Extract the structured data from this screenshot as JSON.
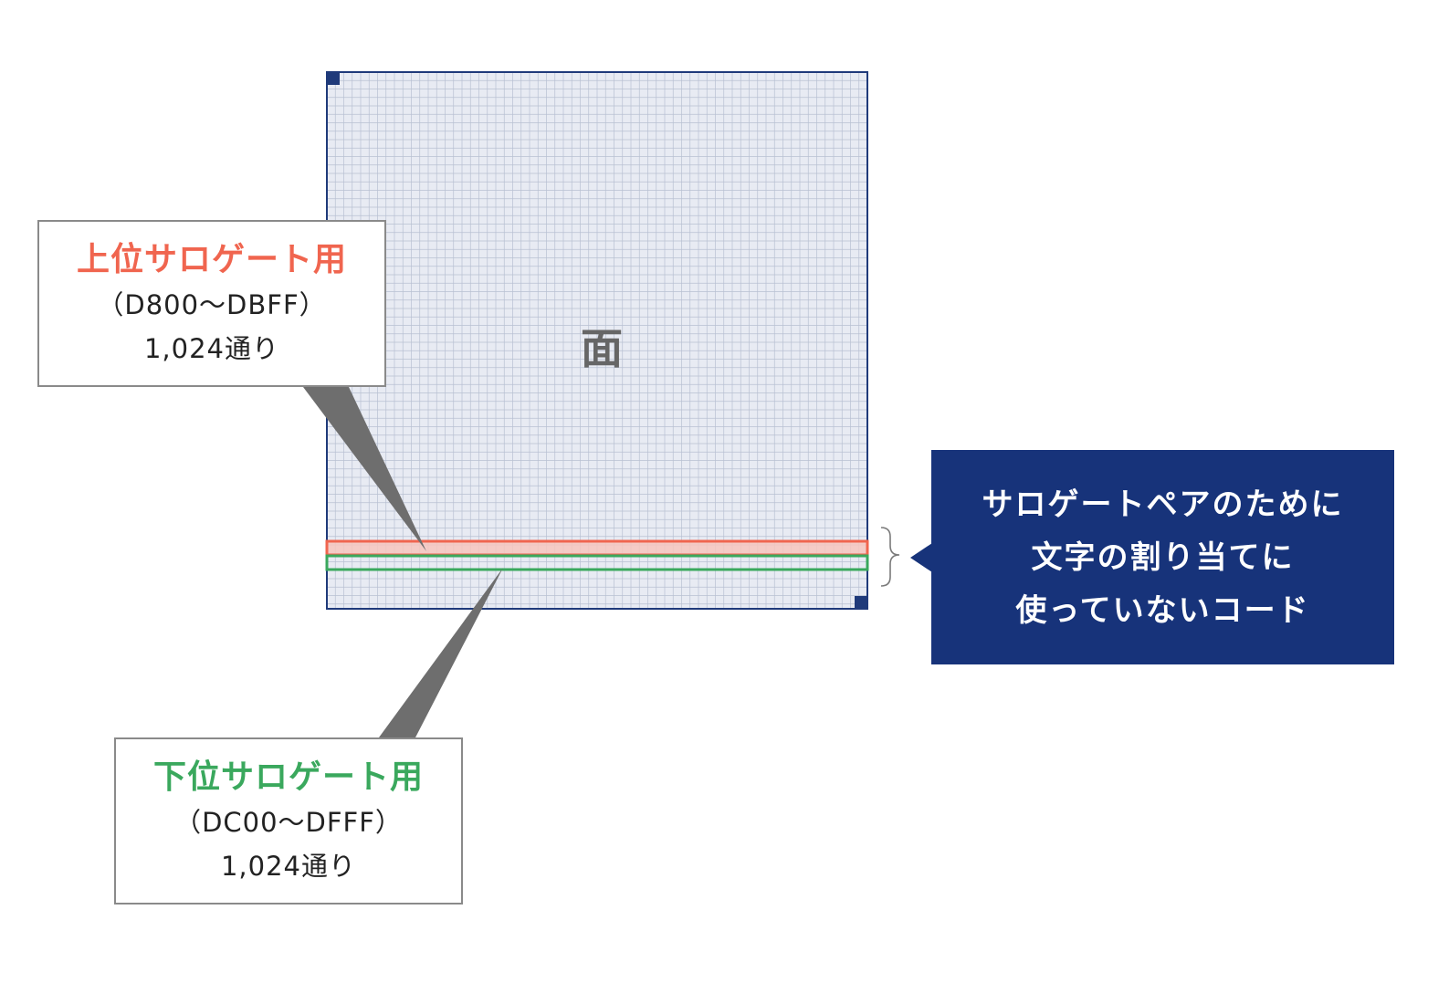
{
  "plane": {
    "label": "面",
    "grid_color": "#b8c0d2",
    "fill_color": "#e8ebf3",
    "border_color": "#1f3a7a",
    "label_color": "#666666"
  },
  "upper": {
    "title": "上位サロゲート用",
    "range": "（D800〜DBFF）",
    "count": "1,024通り",
    "color": "#f0654f"
  },
  "lower": {
    "title": "下位サロゲート用",
    "range": "（DC00〜DFFF）",
    "count": "1,024通り",
    "color": "#3aa85d"
  },
  "unused": {
    "lines": [
      "サロゲートペアのために",
      "文字の割り当てに",
      "使っていないコード"
    ],
    "color": "#17337a"
  },
  "pointer_color": "#6e6e6e"
}
